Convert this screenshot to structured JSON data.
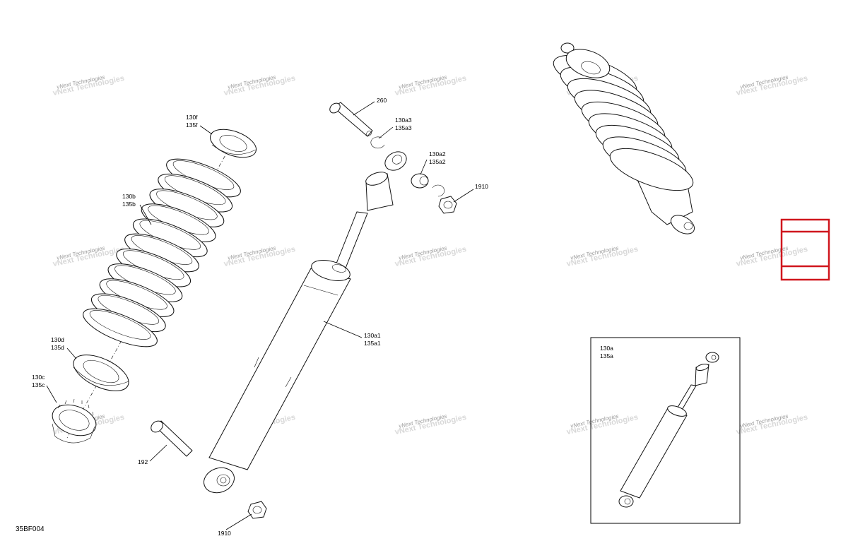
{
  "diagram_code": "35BF004",
  "watermark": {
    "line1": "vNext",
    "line2": "Technologies",
    "full": "vNext Technologies"
  },
  "labels": {
    "spring_seat_top": [
      "130f",
      "135f"
    ],
    "spring": [
      "130b",
      "135b"
    ],
    "spring_seat_bottom": [
      "130d",
      "135d"
    ],
    "adjuster_ring": [
      "130c",
      "135c"
    ],
    "bolt_top": "260",
    "circlip": [
      "130a3",
      "135a3"
    ],
    "bushing": [
      "130a2",
      "135a2"
    ],
    "nut_top": "1910",
    "shock_body": [
      "130a1",
      "135a1"
    ],
    "bolt_bottom": "192",
    "nut_bottom": "1910",
    "inset_shock": [
      "130a",
      "135a"
    ]
  },
  "highlight": {
    "color": "#d0161d"
  }
}
